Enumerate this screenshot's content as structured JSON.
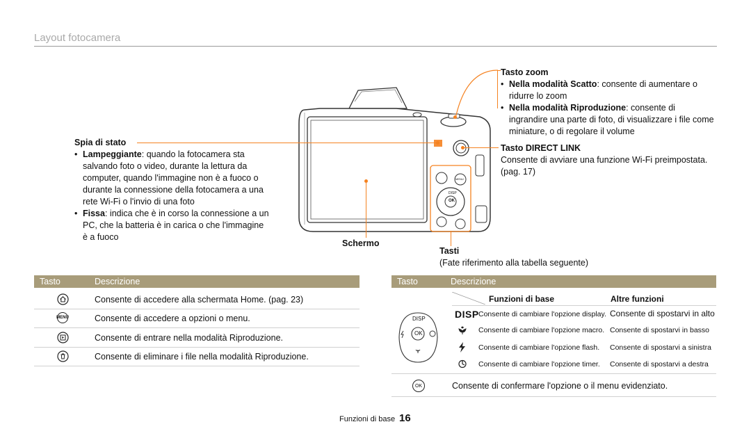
{
  "header": {
    "title": "Layout fotocamera"
  },
  "callouts": {
    "tasto_zoom": {
      "title": "Tasto zoom",
      "bullet1_bold": "Nella modalità Scatto",
      "bullet1_text": ": consente di aumentare o",
      "bullet1_cont": "ridurre lo zoom",
      "bullet2_bold": "Nella modalità Riproduzione",
      "bullet2_text": ": consente di",
      "bullet2_cont1": "ingrandire una parte di foto, di visualizzare i file come",
      "bullet2_cont2": "miniature, o di regolare il volume"
    },
    "direct_link": {
      "title": "Tasto DIRECT LINK",
      "line1": "Consente di avviare una funzione Wi-Fi preimpostata.",
      "line2": "(pag. 17)"
    },
    "spia": {
      "title": "Spia di stato",
      "b1_bold": "Lampeggiante",
      "b1_l1": ": quando la fotocamera sta",
      "b1_l2": "salvando foto o video, durante la lettura da",
      "b1_l3": "computer, quando l'immagine non è a fuoco o",
      "b1_l4": "durante la connessione della fotocamera a una",
      "b1_l5": "rete Wi-Fi o l'invio di una foto",
      "b2_bold": "Fissa",
      "b2_l1": ": indica che è in corso la connessione a un",
      "b2_l2": "PC, che la batteria è in carica o che l'immagine",
      "b2_l3": "è a fuoco"
    },
    "schermo": {
      "title": "Schermo"
    },
    "tasti": {
      "title": "Tasti",
      "text": "(Fate riferimento alla tabella seguente)"
    }
  },
  "camera_labels": {
    "disp": "DISP",
    "ok": "OK",
    "menu": "MENU"
  },
  "left_table": {
    "col1": "Tasto",
    "col2": "Descrizione",
    "rows": [
      {
        "icon": "home-icon",
        "text": "Consente di accedere alla schermata Home. (pag. 23)"
      },
      {
        "icon": "menu-icon",
        "text": "Consente di accedere a opzioni o menu."
      },
      {
        "icon": "playback-icon",
        "text": "Consente di entrare nella modalità Riproduzione."
      },
      {
        "icon": "trash-icon",
        "text": "Consente di eliminare i file nella modalità Riproduzione."
      }
    ]
  },
  "right_table": {
    "col1": "Tasto",
    "col2": "Descrizione",
    "sub_col1": "Funzioni di base",
    "sub_col2": "Altre funzioni",
    "rows": [
      {
        "key": "DISP",
        "base": "Consente di cambiare l'opzione display.",
        "other": "Consente di spostarvi in alto"
      },
      {
        "key": "macro-icon",
        "base": "Consente di cambiare l'opzione macro.",
        "other": "Consente di spostarvi in basso"
      },
      {
        "key": "flash-icon",
        "base": "Consente di cambiare l'opzione flash.",
        "other": "Consente di spostarvi a sinistra"
      },
      {
        "key": "timer-icon",
        "base": "Consente di cambiare l'opzione timer.",
        "other": "Consente di spostarvi a destra"
      }
    ],
    "ok_text": "Consente di confermare l'opzione o il menu evidenziato."
  },
  "footer": {
    "section": "Funzioni di base",
    "page": "16"
  }
}
